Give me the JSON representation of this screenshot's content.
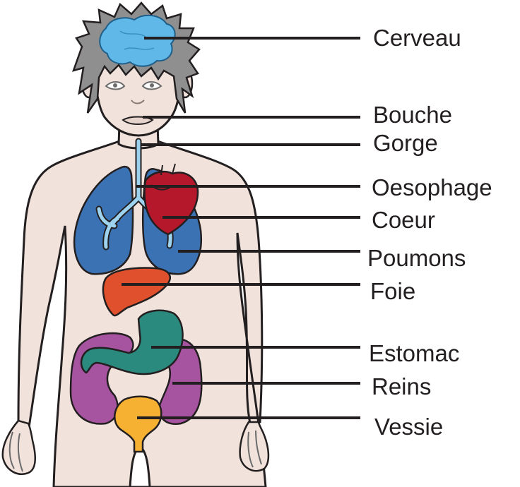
{
  "labels": {
    "cerveau": "Cerveau",
    "bouche": "Bouche",
    "gorge": "Gorge",
    "oesophage": "Oesophage",
    "coeur": "Coeur",
    "poumons": "Poumons",
    "foie": "Foie",
    "estomac": "Estomac",
    "reins": "Reins",
    "vessie": "Vessie"
  },
  "colors": {
    "skin": "#f1e3dc",
    "hair": "#8f8f8f",
    "outline": "#231f20",
    "brain": "#5fb8e8",
    "lungs": "#3b72b4",
    "airway": "#9ed3ef",
    "heart": "#b5182a",
    "liver": "#e0502c",
    "stomach": "#2b8a7e",
    "kidneys": "#a653a0",
    "bladder": "#f6b132"
  }
}
